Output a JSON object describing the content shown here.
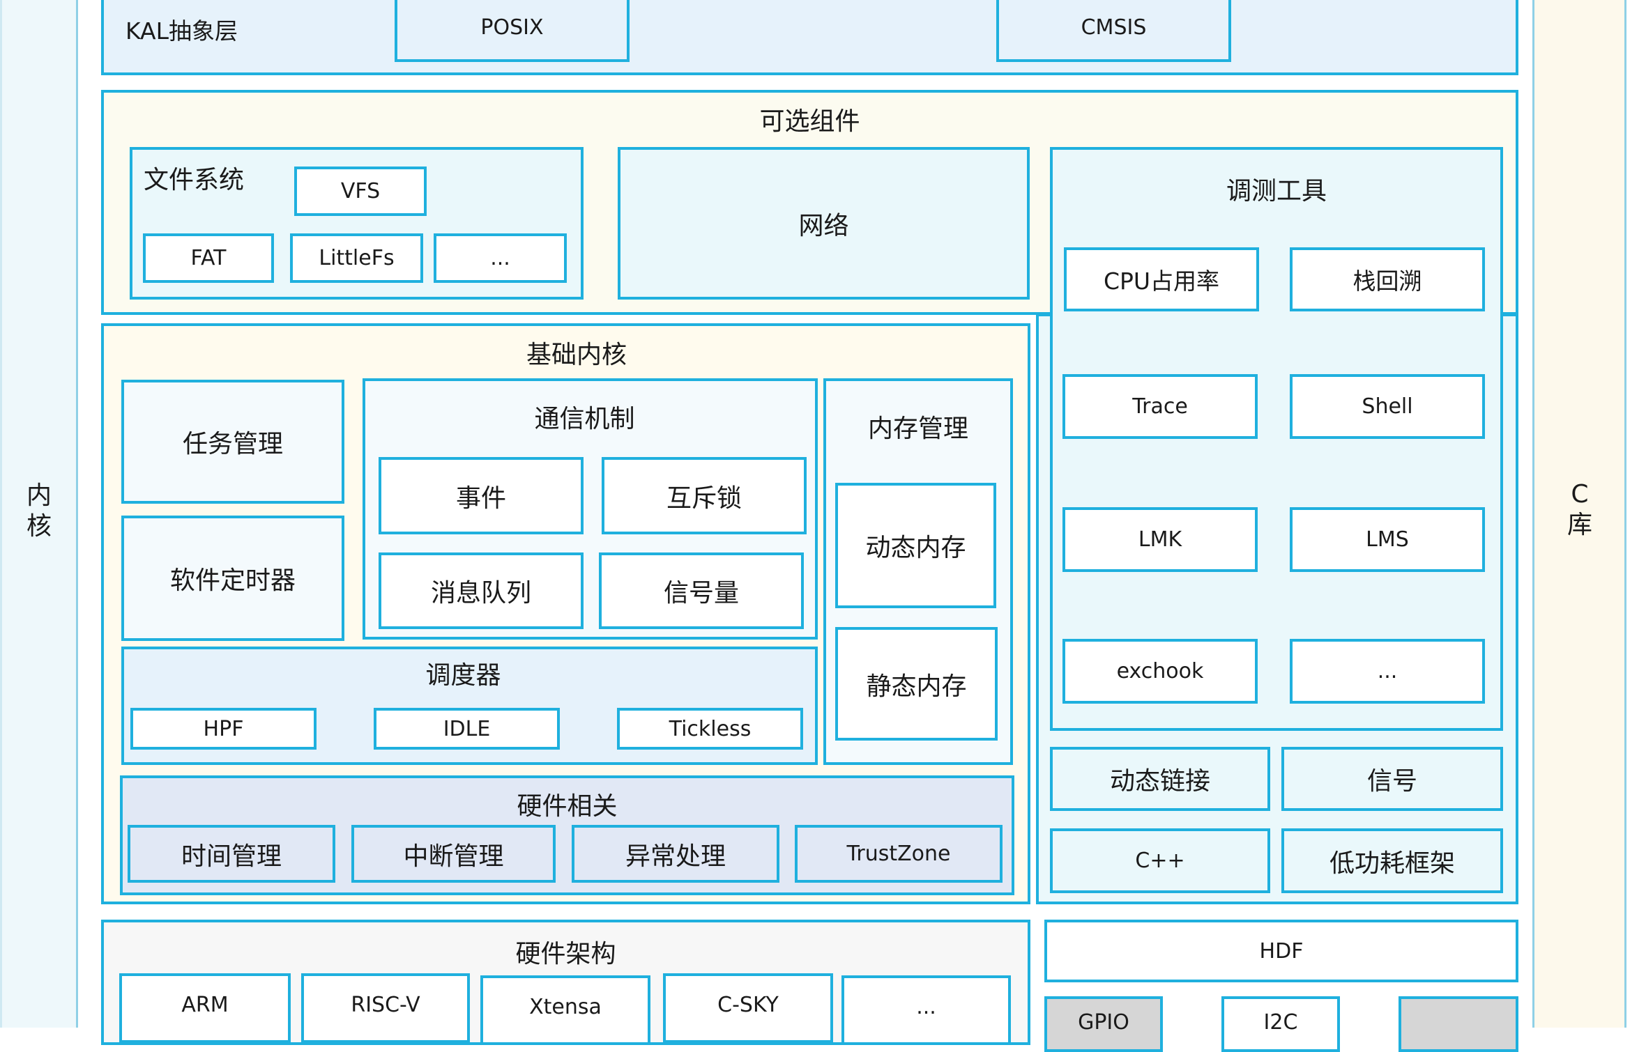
{
  "side_labels": {
    "left": [
      "内",
      "核"
    ],
    "right": [
      "C",
      "库"
    ]
  },
  "kal": {
    "title": "KAL抽象层",
    "items": [
      "POSIX",
      "CMSIS"
    ]
  },
  "optional": {
    "title": "可选组件",
    "fs": {
      "title": "文件系统",
      "vfs": "VFS",
      "items": [
        "FAT",
        "LittleFs",
        "..."
      ]
    },
    "network": "网络",
    "debug": {
      "title": "调测工具",
      "items": [
        "CPU占用率",
        "栈回溯",
        "Trace",
        "Shell",
        "LMK",
        "LMS",
        "exchook",
        "..."
      ]
    },
    "extras": [
      "动态链接",
      "信号",
      "C++",
      "低功耗框架"
    ]
  },
  "basic": {
    "title": "基础内核",
    "task": "任务管理",
    "timer": "软件定时器",
    "comm": {
      "title": "通信机制",
      "items": [
        "事件",
        "互斥锁",
        "消息队列",
        "信号量"
      ]
    },
    "memory": {
      "title": "内存管理",
      "items": [
        "动态内存",
        "静态内存"
      ]
    },
    "scheduler": {
      "title": "调度器",
      "items": [
        "HPF",
        "IDLE",
        "Tickless"
      ]
    },
    "hw": {
      "title": "硬件相关",
      "items": [
        "时间管理",
        "中断管理",
        "异常处理",
        "TrustZone"
      ]
    }
  },
  "arch": {
    "title": "硬件架构",
    "items": [
      "ARM",
      "RISC-V",
      "Xtensa",
      "C-SKY",
      "..."
    ]
  },
  "hdf": {
    "title": "HDF",
    "items": [
      "GPIO",
      "I2C",
      ""
    ]
  }
}
